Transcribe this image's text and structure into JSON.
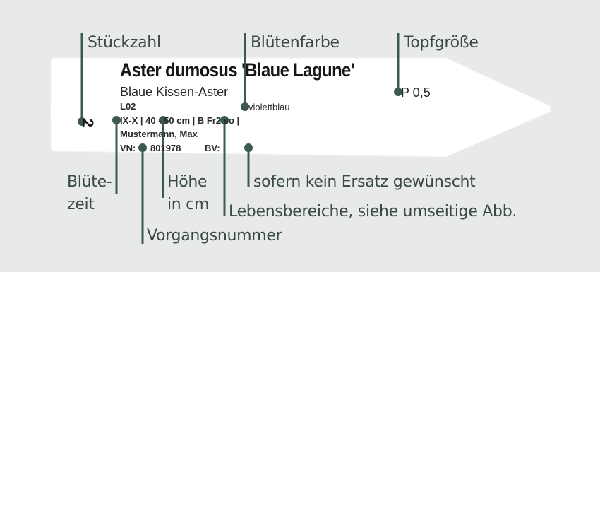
{
  "label_text": {
    "botanical_name": "Aster dumosus 'Blaue Lagune'",
    "common_name": "Blaue Kissen-Aster",
    "code": "L02",
    "flower_color": "violettblau",
    "details_line": "IX-X | 40 - 50 cm | B Fr2 so |",
    "customer": "Mustermann, Max",
    "order_prefix": "VN:",
    "order_number": "801978",
    "bv_label": "BV:",
    "pot_size": "P 0,5",
    "quantity": "2"
  },
  "annotations": {
    "stueckzahl": "Stückzahl",
    "bluetenfarbe": "Blütenfarbe",
    "topfgroesse": "Topfgröße",
    "bluetezeit_line1": "Blüte-",
    "bluetezeit_line2": "zeit",
    "hoehe_line1": "Höhe",
    "hoehe_line2": "in cm",
    "ersatz": "sofern kein Ersatz gewünscht",
    "lebensbereiche": "Lebensbereiche, siehe umseitige Abb.",
    "vorgangsnummer": "Vorgangsnummer"
  },
  "colors": {
    "panel_background": "#e8eaea",
    "tag_fill": "#ffffff",
    "marker": "#3d5a52",
    "annotation_text": "#3a4a45",
    "print_text": "#1f1f1f"
  }
}
